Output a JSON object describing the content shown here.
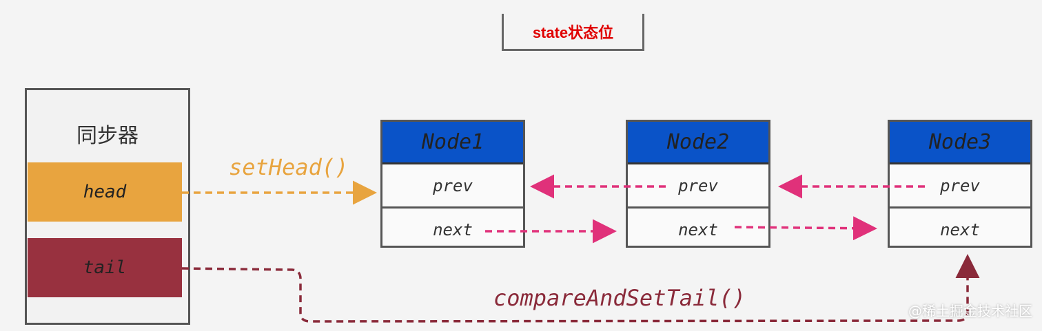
{
  "state_label": "state状态位",
  "synchronizer": {
    "title": "同步器",
    "head_label": "head",
    "tail_label": "tail"
  },
  "nodes": [
    {
      "name": "Node1",
      "prev": "prev",
      "next": "next"
    },
    {
      "name": "Node2",
      "prev": "prev",
      "next": "next"
    },
    {
      "name": "Node3",
      "prev": "prev",
      "next": "next"
    }
  ],
  "edges": {
    "set_head": "setHead()",
    "compare_and_set_tail": "compareAndSetTail()"
  },
  "colors": {
    "head": "#e8a43f",
    "tail": "#98313f",
    "node_header": "#0a53c8",
    "pink_arrow": "#e0317a",
    "tail_arrow": "#8a2a3a",
    "state_text": "#e00000"
  },
  "watermark": "@稀土掘金技术社区"
}
